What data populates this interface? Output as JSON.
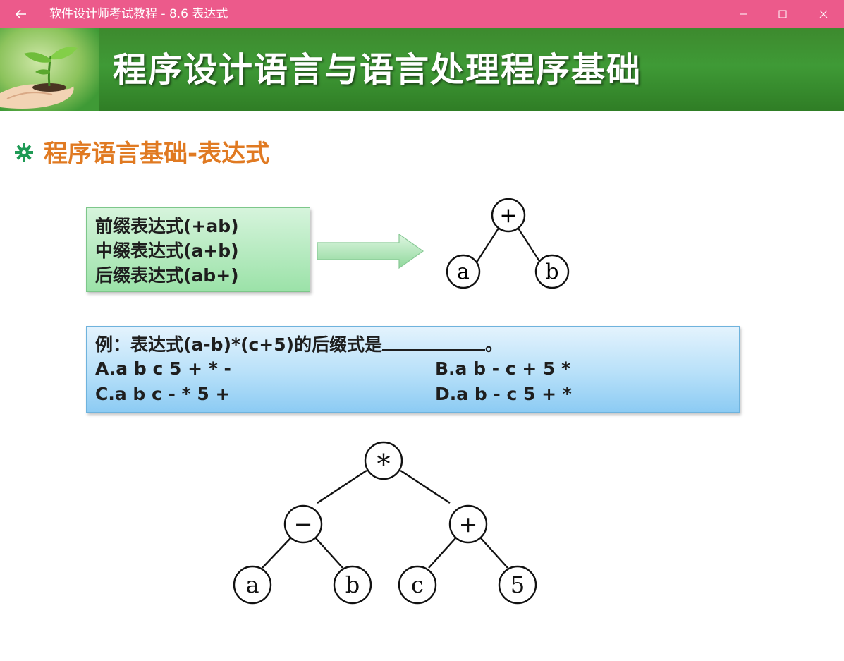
{
  "window": {
    "title": "软件设计师考试教程 - 8.6  表达式"
  },
  "banner": {
    "title": "程序设计语言与语言处理程序基础"
  },
  "section": {
    "title": "程序语言基础-表达式"
  },
  "expressions": {
    "prefix": "前缀表达式(+ab)",
    "infix": "中缀表达式(a+b)",
    "postfix": "后缀表达式(ab+)"
  },
  "tree_small": {
    "root": "+",
    "left": "a",
    "right": "b"
  },
  "question": {
    "stem": "例：表达式(a-b)*(c+5)的后缀式是",
    "stem_end": "。",
    "option_a": "A.a b c 5 + * -",
    "option_b": "B.a b - c + 5 *",
    "option_c": "C.a b c - * 5 +",
    "option_d": "D.a b - c 5 + *"
  },
  "tree_large": {
    "root": "*",
    "left": "−",
    "right": "+",
    "left_left": "a",
    "left_right": "b",
    "right_left": "c",
    "right_right": "5"
  },
  "colors": {
    "titlebar": "#ec5a8b",
    "banner_green": "#3f9a36",
    "section_title": "#e07a22",
    "expr_box": "#9be2a8",
    "question_box": "#8ccbf3"
  },
  "icons": {
    "back": "arrow-left-icon",
    "minimize": "minimize-icon",
    "maximize": "maximize-icon",
    "close": "close-icon",
    "bullet": "gear-bullet-icon"
  }
}
